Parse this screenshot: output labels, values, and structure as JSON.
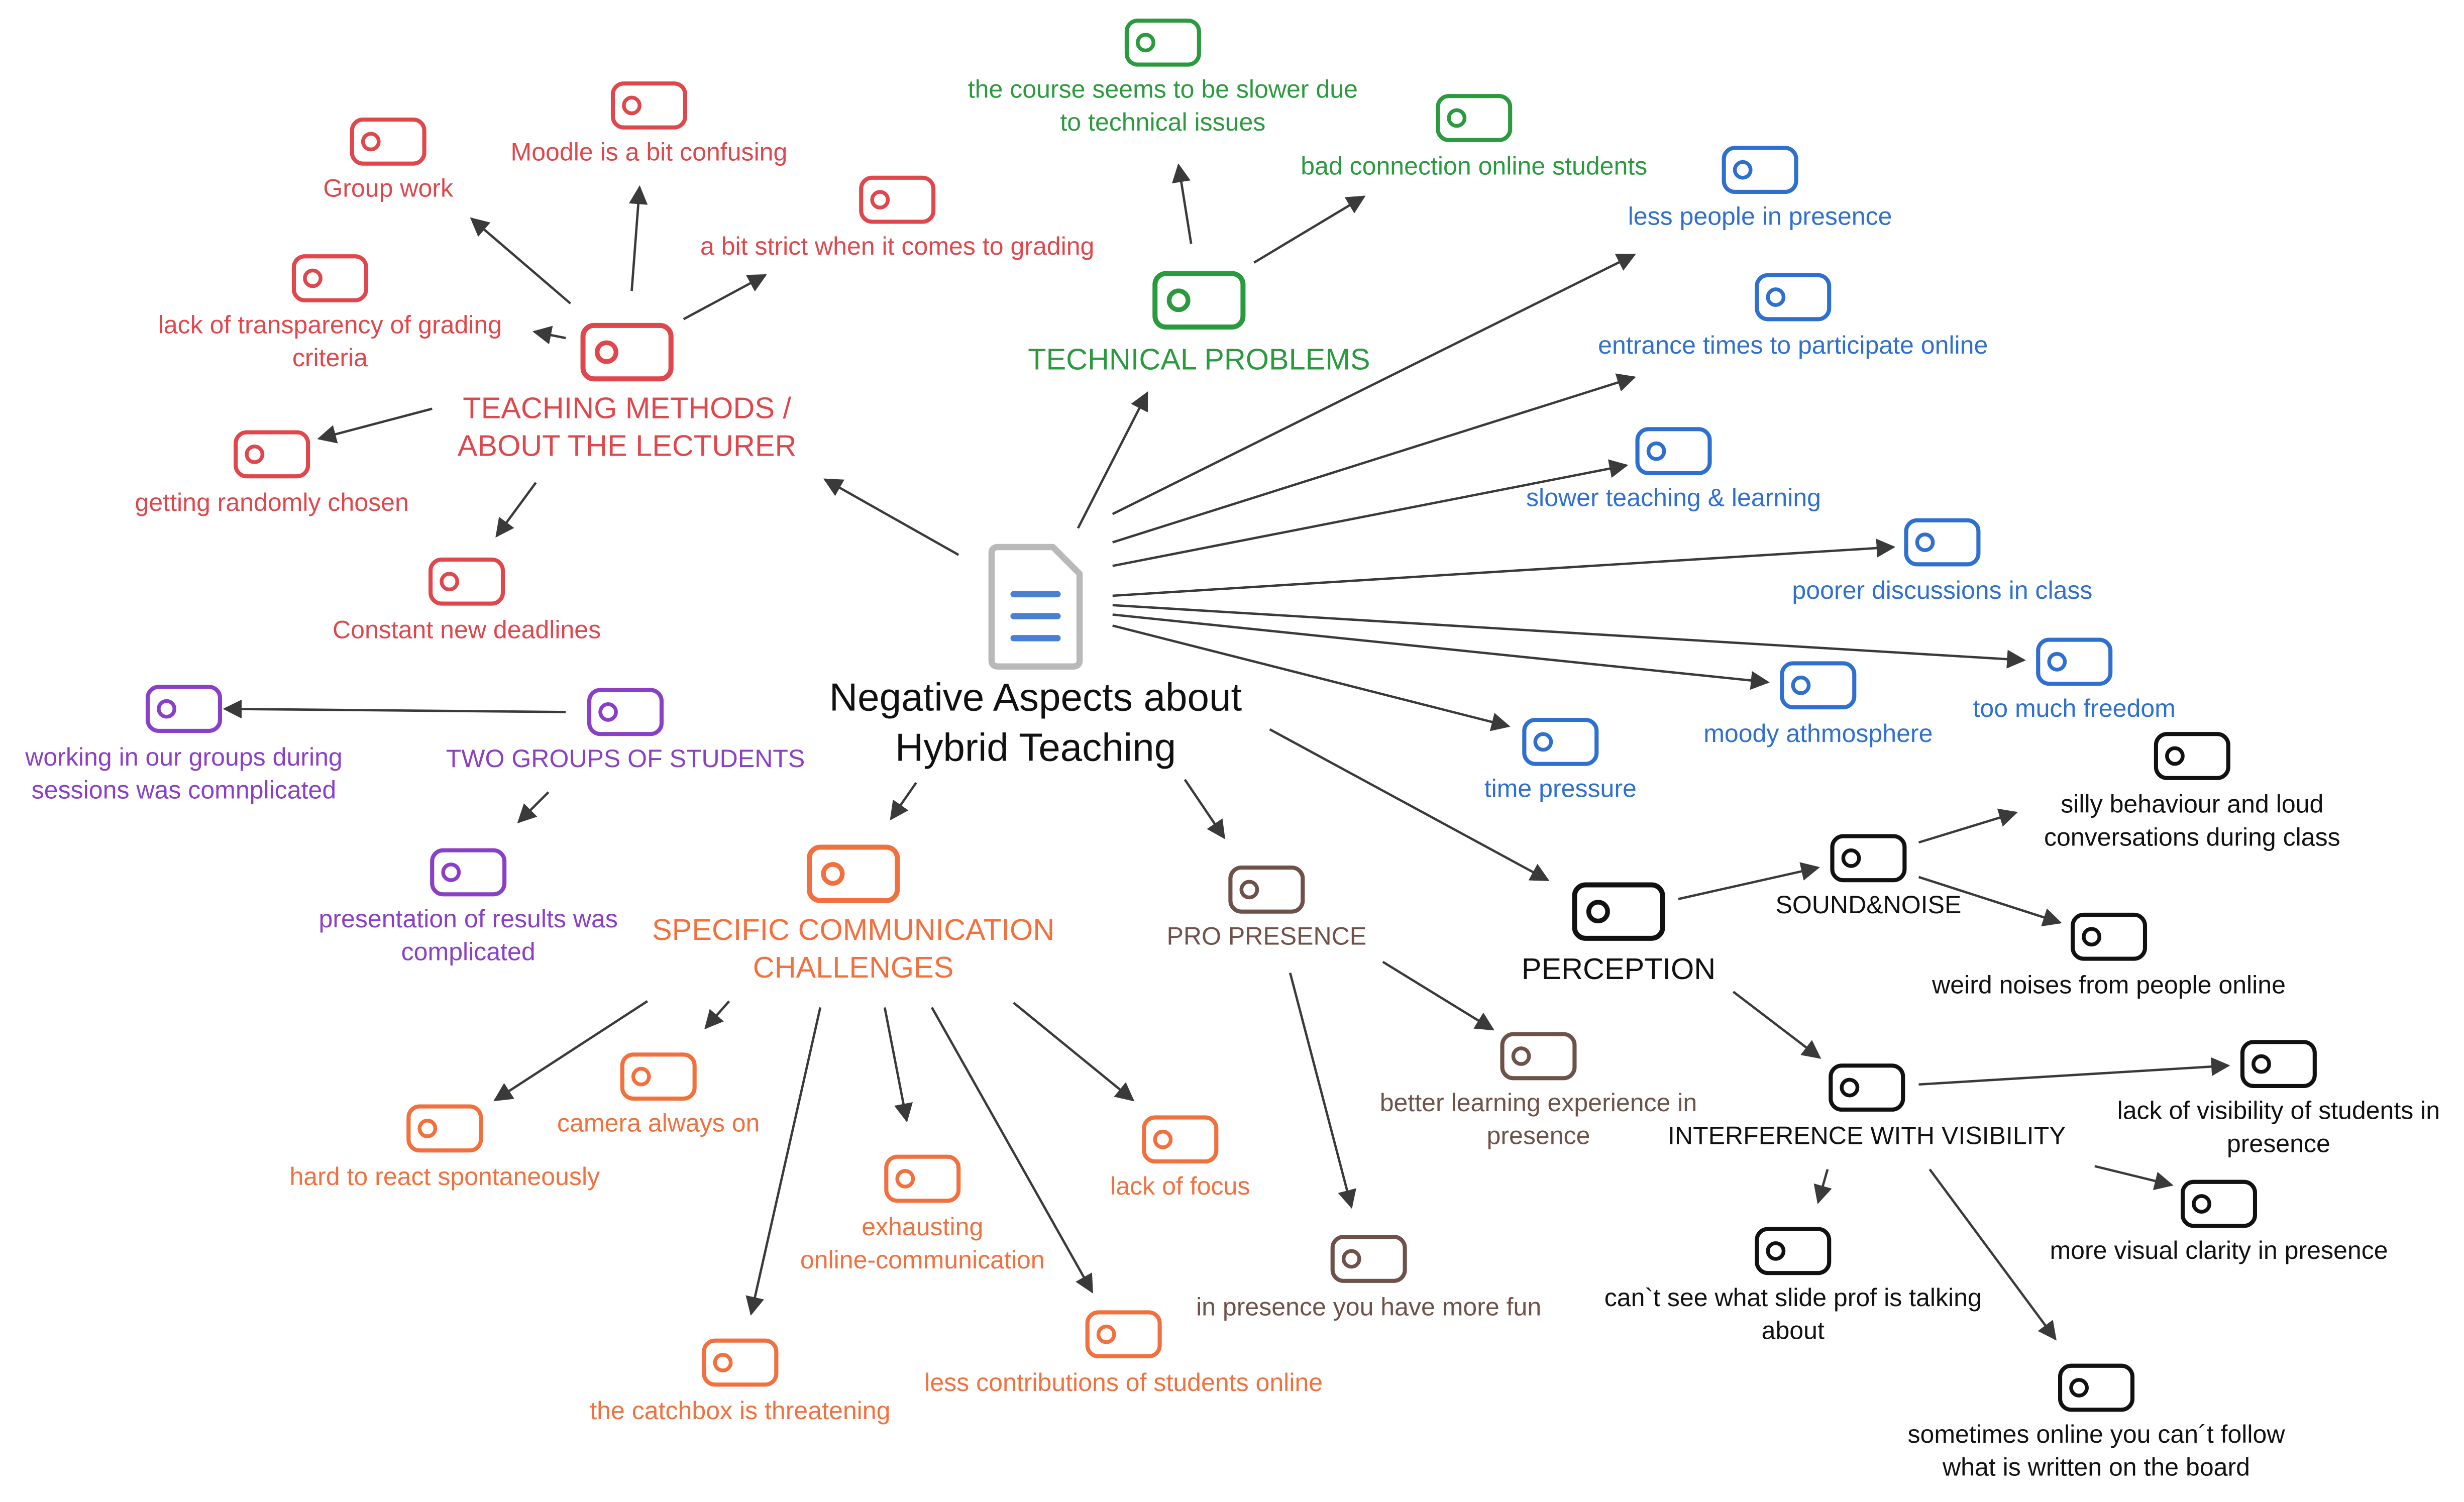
{
  "colors": {
    "teaching": "#e0474c",
    "technical": "#2b9a3f",
    "perception_blue": "#2f6fd0",
    "groups": "#8a3fc7",
    "communication": "#f2703d",
    "presence": "#6e5149",
    "black": "#111111",
    "arrow": "#3a3a3a",
    "doc_outline": "#b9b9b9",
    "doc_lines": "#4a7fd6"
  },
  "center": {
    "icon": "document-icon",
    "lines": [
      "Negative Aspects about",
      "Hybrid Teaching"
    ]
  },
  "nodes": [
    {
      "id": "teaching",
      "lines": [
        "TEACHING METHODS /",
        "ABOUT THE LECTURER"
      ],
      "color": "teaching",
      "main": true
    },
    {
      "id": "moodle",
      "lines": [
        "Moodle is a bit confusing"
      ],
      "color": "teaching"
    },
    {
      "id": "group-work",
      "lines": [
        "Group work"
      ],
      "color": "teaching"
    },
    {
      "id": "strict",
      "lines": [
        "a bit strict when it comes to grading"
      ],
      "color": "teaching"
    },
    {
      "id": "transparency",
      "lines": [
        "lack of transparency of grading",
        "criteria"
      ],
      "color": "teaching"
    },
    {
      "id": "random",
      "lines": [
        "getting randomly chosen"
      ],
      "color": "teaching"
    },
    {
      "id": "deadlines",
      "lines": [
        "Constant new deadlines"
      ],
      "color": "teaching"
    },
    {
      "id": "technical",
      "lines": [
        "TECHNICAL PROBLEMS"
      ],
      "color": "technical",
      "main": true
    },
    {
      "id": "slower-course",
      "lines": [
        "the course seems to be slower due",
        "to technical issues"
      ],
      "color": "technical"
    },
    {
      "id": "bad-connection",
      "lines": [
        "bad connection online students"
      ],
      "color": "technical"
    },
    {
      "id": "less-people",
      "lines": [
        "less people in presence"
      ],
      "color": "perception_blue"
    },
    {
      "id": "entrance",
      "lines": [
        "entrance times to participate online"
      ],
      "color": "perception_blue"
    },
    {
      "id": "slower-teaching",
      "lines": [
        "slower teaching & learning"
      ],
      "color": "perception_blue"
    },
    {
      "id": "poorer-discussions",
      "lines": [
        "poorer discussions in class"
      ],
      "color": "perception_blue"
    },
    {
      "id": "freedom",
      "lines": [
        "too much freedom"
      ],
      "color": "perception_blue"
    },
    {
      "id": "moody",
      "lines": [
        "moody athmosphere"
      ],
      "color": "perception_blue"
    },
    {
      "id": "time-pressure",
      "lines": [
        "time pressure"
      ],
      "color": "perception_blue"
    },
    {
      "id": "two-groups",
      "lines": [
        "TWO GROUPS OF STUDENTS"
      ],
      "color": "groups"
    },
    {
      "id": "working-groups",
      "lines": [
        "working in our groups during",
        "sessions was comnplicated"
      ],
      "color": "groups"
    },
    {
      "id": "presentation",
      "lines": [
        "presentation of results was",
        "complicated"
      ],
      "color": "groups"
    },
    {
      "id": "communication",
      "lines": [
        "SPECIFIC COMMUNICATION",
        "CHALLENGES"
      ],
      "color": "communication",
      "main": true
    },
    {
      "id": "hard-react",
      "lines": [
        "hard to react spontaneously"
      ],
      "color": "communication"
    },
    {
      "id": "camera",
      "lines": [
        "camera always on"
      ],
      "color": "communication"
    },
    {
      "id": "exhausting",
      "lines": [
        "exhausting",
        "online-communication"
      ],
      "color": "communication"
    },
    {
      "id": "lack-focus",
      "lines": [
        "lack of focus"
      ],
      "color": "communication"
    },
    {
      "id": "catchbox",
      "lines": [
        "the catchbox is threatening"
      ],
      "color": "communication"
    },
    {
      "id": "less-contrib",
      "lines": [
        "less contributions of students online"
      ],
      "color": "communication"
    },
    {
      "id": "pro-presence",
      "lines": [
        "PRO PRESENCE"
      ],
      "color": "presence"
    },
    {
      "id": "better-learning",
      "lines": [
        "better learning experience in",
        "presence"
      ],
      "color": "presence"
    },
    {
      "id": "more-fun",
      "lines": [
        "in presence you have more fun"
      ],
      "color": "presence"
    },
    {
      "id": "perception",
      "lines": [
        "PERCEPTION"
      ],
      "color": "black",
      "main": true
    },
    {
      "id": "sound",
      "lines": [
        "SOUND&NOISE"
      ],
      "color": "black"
    },
    {
      "id": "silly",
      "lines": [
        "silly behaviour and loud",
        "conversations during class"
      ],
      "color": "black"
    },
    {
      "id": "weird-noises",
      "lines": [
        "weird noises from people online"
      ],
      "color": "black"
    },
    {
      "id": "visibility",
      "lines": [
        "INTERFERENCE WITH VISIBILITY"
      ],
      "color": "black"
    },
    {
      "id": "lack-visibility",
      "lines": [
        "lack of visibility of students in",
        "presence"
      ],
      "color": "black"
    },
    {
      "id": "visual-clarity",
      "lines": [
        "more visual clarity in presence"
      ],
      "color": "black"
    },
    {
      "id": "slide",
      "lines": [
        "can`t see what slide prof is talking",
        "about"
      ],
      "color": "black"
    },
    {
      "id": "board",
      "lines": [
        "sometimes online you can´t follow",
        "what is written on the board"
      ],
      "color": "black"
    }
  ]
}
